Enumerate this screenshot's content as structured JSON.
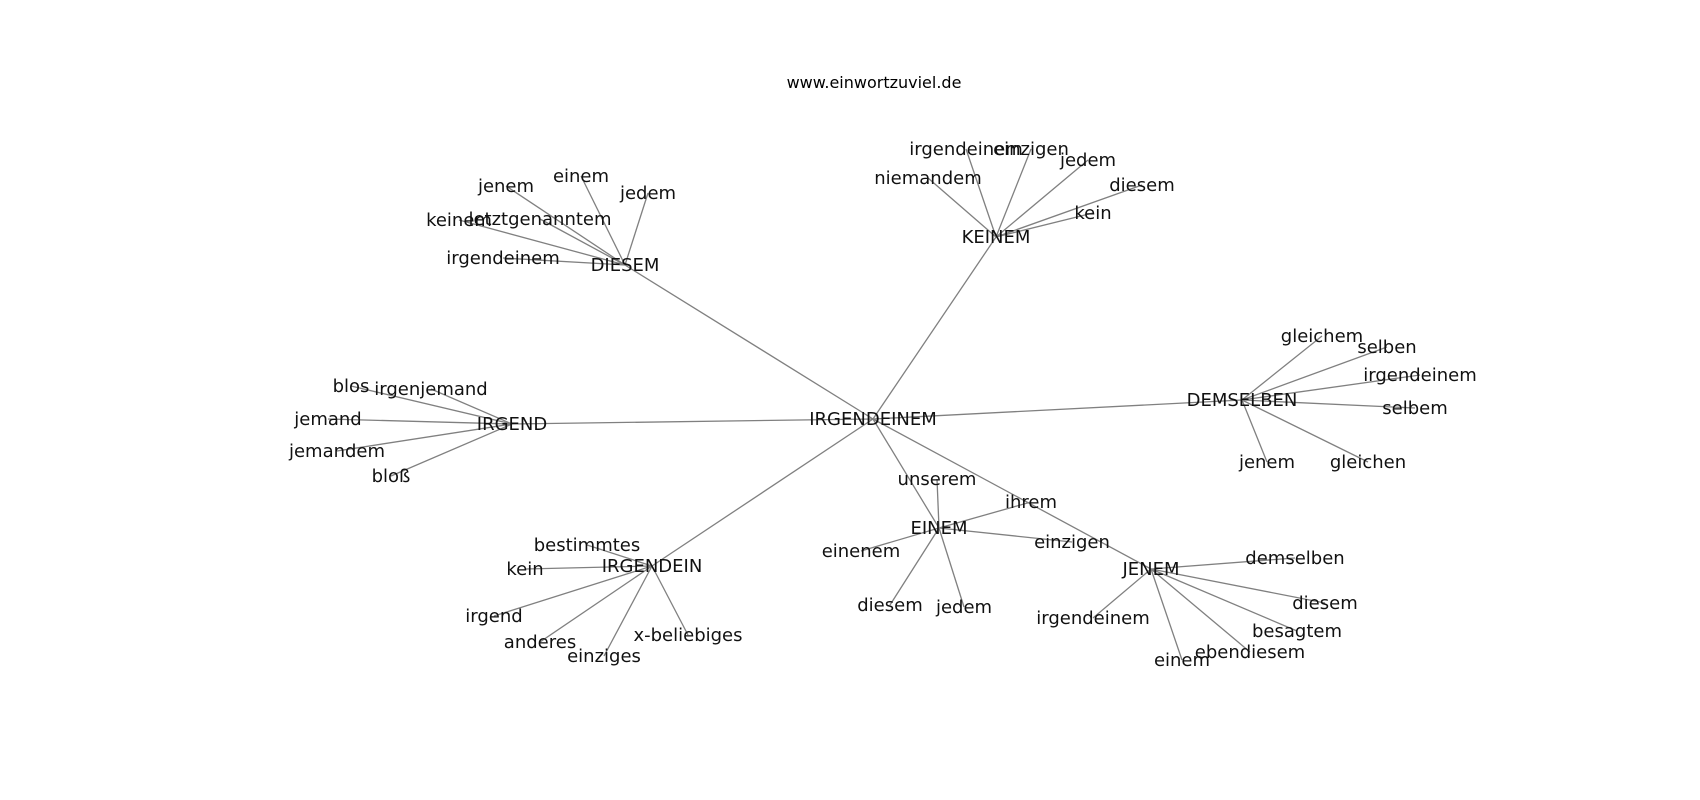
{
  "title": "www.einwortzuviel.de",
  "colors": {
    "edge": "#808080",
    "text": "#111111",
    "background": "#ffffff"
  },
  "graph": {
    "nodes": [
      {
        "id": "irgendeinem_c",
        "label": "IRGENDEINEM"
      },
      {
        "id": "diesem_h",
        "label": "DIESEM"
      },
      {
        "id": "keinem_h",
        "label": "KEINEM"
      },
      {
        "id": "irgend_h",
        "label": "IRGEND"
      },
      {
        "id": "demselben_h",
        "label": "DEMSELBEN"
      },
      {
        "id": "irgendein_h",
        "label": "IRGENDEIN"
      },
      {
        "id": "einem_h",
        "label": "EINEM"
      },
      {
        "id": "jenem_h",
        "label": "JENEM"
      },
      {
        "id": "d_jenem",
        "label": "jenem"
      },
      {
        "id": "d_einem",
        "label": "einem"
      },
      {
        "id": "d_jedem",
        "label": "jedem"
      },
      {
        "id": "d_keinem",
        "label": "keinem"
      },
      {
        "id": "d_letzt",
        "label": "letztgenanntem"
      },
      {
        "id": "d_irgendeinem",
        "label": "irgendeinem"
      },
      {
        "id": "k_irgendeinem",
        "label": "irgendeinem"
      },
      {
        "id": "k_einzigen",
        "label": "einzigen"
      },
      {
        "id": "k_jedem",
        "label": "jedem"
      },
      {
        "id": "k_niemandem",
        "label": "niemandem"
      },
      {
        "id": "k_diesem",
        "label": "diesem"
      },
      {
        "id": "k_kein",
        "label": "kein"
      },
      {
        "id": "i_blos",
        "label": "blos"
      },
      {
        "id": "i_irgenjemand",
        "label": "irgenjemand"
      },
      {
        "id": "i_jemand",
        "label": "jemand"
      },
      {
        "id": "i_jemandem",
        "label": "jemandem"
      },
      {
        "id": "i_bloss",
        "label": "bloß"
      },
      {
        "id": "s_gleichem",
        "label": "gleichem"
      },
      {
        "id": "s_selben",
        "label": "selben"
      },
      {
        "id": "s_irgendeinem",
        "label": "irgendeinem"
      },
      {
        "id": "s_selbem",
        "label": "selbem"
      },
      {
        "id": "s_jenem",
        "label": "jenem"
      },
      {
        "id": "s_gleichen",
        "label": "gleichen"
      },
      {
        "id": "g_bestimmtes",
        "label": "bestimmtes"
      },
      {
        "id": "g_kein",
        "label": "kein"
      },
      {
        "id": "g_irgend",
        "label": "irgend"
      },
      {
        "id": "g_anderes",
        "label": "anderes"
      },
      {
        "id": "g_einziges",
        "label": "einziges"
      },
      {
        "id": "g_xbeliebiges",
        "label": "x-beliebiges"
      },
      {
        "id": "e_unserem",
        "label": "unserem"
      },
      {
        "id": "e_ihrem",
        "label": "ihrem"
      },
      {
        "id": "e_einenem",
        "label": "einenem"
      },
      {
        "id": "e_einzigen",
        "label": "einzigen"
      },
      {
        "id": "e_diesem",
        "label": "diesem"
      },
      {
        "id": "e_jedem",
        "label": "jedem"
      },
      {
        "id": "j_demselben",
        "label": "demselben"
      },
      {
        "id": "j_diesem",
        "label": "diesem"
      },
      {
        "id": "j_besagtem",
        "label": "besagtem"
      },
      {
        "id": "j_ebendiesem",
        "label": "ebendiesem"
      },
      {
        "id": "j_einem",
        "label": "einem"
      },
      {
        "id": "j_irgendeinem",
        "label": "irgendeinem"
      }
    ],
    "edges": [
      [
        "irgendeinem_c",
        "diesem_h"
      ],
      [
        "irgendeinem_c",
        "keinem_h"
      ],
      [
        "irgendeinem_c",
        "irgend_h"
      ],
      [
        "irgendeinem_c",
        "demselben_h"
      ],
      [
        "irgendeinem_c",
        "irgendein_h"
      ],
      [
        "irgendeinem_c",
        "einem_h"
      ],
      [
        "irgendeinem_c",
        "jenem_h"
      ],
      [
        "diesem_h",
        "d_jenem"
      ],
      [
        "diesem_h",
        "d_einem"
      ],
      [
        "diesem_h",
        "d_jedem"
      ],
      [
        "diesem_h",
        "d_keinem"
      ],
      [
        "diesem_h",
        "d_letzt"
      ],
      [
        "diesem_h",
        "d_irgendeinem"
      ],
      [
        "keinem_h",
        "k_irgendeinem"
      ],
      [
        "keinem_h",
        "k_einzigen"
      ],
      [
        "keinem_h",
        "k_jedem"
      ],
      [
        "keinem_h",
        "k_niemandem"
      ],
      [
        "keinem_h",
        "k_diesem"
      ],
      [
        "keinem_h",
        "k_kein"
      ],
      [
        "irgend_h",
        "i_blos"
      ],
      [
        "irgend_h",
        "i_irgenjemand"
      ],
      [
        "irgend_h",
        "i_jemand"
      ],
      [
        "irgend_h",
        "i_jemandem"
      ],
      [
        "irgend_h",
        "i_bloss"
      ],
      [
        "demselben_h",
        "s_gleichem"
      ],
      [
        "demselben_h",
        "s_selben"
      ],
      [
        "demselben_h",
        "s_irgendeinem"
      ],
      [
        "demselben_h",
        "s_selbem"
      ],
      [
        "demselben_h",
        "s_jenem"
      ],
      [
        "demselben_h",
        "s_gleichen"
      ],
      [
        "irgendein_h",
        "g_bestimmtes"
      ],
      [
        "irgendein_h",
        "g_kein"
      ],
      [
        "irgendein_h",
        "g_irgend"
      ],
      [
        "irgendein_h",
        "g_anderes"
      ],
      [
        "irgendein_h",
        "g_einziges"
      ],
      [
        "irgendein_h",
        "g_xbeliebiges"
      ],
      [
        "einem_h",
        "e_unserem"
      ],
      [
        "einem_h",
        "e_ihrem"
      ],
      [
        "einem_h",
        "e_einenem"
      ],
      [
        "einem_h",
        "e_einzigen"
      ],
      [
        "einem_h",
        "e_diesem"
      ],
      [
        "einem_h",
        "e_jedem"
      ],
      [
        "jenem_h",
        "j_demselben"
      ],
      [
        "jenem_h",
        "j_diesem"
      ],
      [
        "jenem_h",
        "j_besagtem"
      ],
      [
        "jenem_h",
        "j_ebendiesem"
      ],
      [
        "jenem_h",
        "j_einem"
      ],
      [
        "jenem_h",
        "j_irgendeinem"
      ]
    ]
  }
}
